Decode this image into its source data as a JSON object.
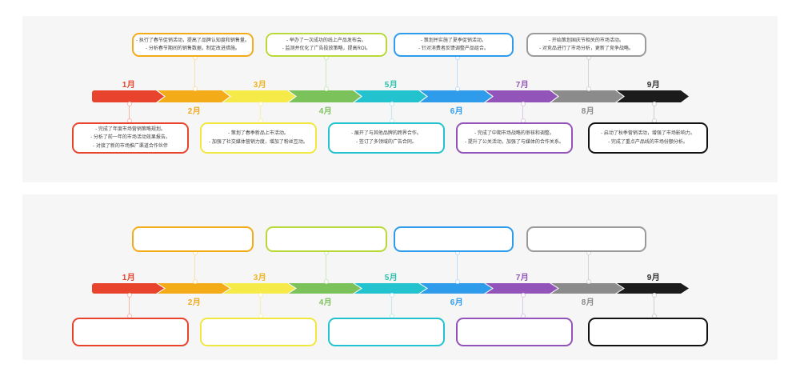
{
  "background": {
    "page": "#ffffff",
    "panel": "#f6f6f7"
  },
  "months": [
    {
      "label": "1月",
      "segment_color": "#e8432c",
      "label_color": "#e8432c",
      "label_side": "above",
      "connector_color": "#f6b7ab"
    },
    {
      "label": "2月",
      "segment_color": "#f3ab18",
      "label_color": "#f0a81c",
      "label_side": "below",
      "connector_color": "#fadfa6"
    },
    {
      "label": "3月",
      "segment_color": "#f6ea49",
      "label_color": "#eeb41f",
      "label_side": "above",
      "connector_color": "#f8efb2"
    },
    {
      "label": "4月",
      "segment_color": "#7cc25b",
      "label_color": "#7cc25b",
      "label_side": "below",
      "connector_color": "#cfe7c0"
    },
    {
      "label": "5月",
      "segment_color": "#22c3cf",
      "label_color": "#29bfab",
      "label_side": "above",
      "connector_color": "#bfeaec"
    },
    {
      "label": "6月",
      "segment_color": "#2f9ceb",
      "label_color": "#2f9ceb",
      "label_side": "below",
      "connector_color": "#c2def7"
    },
    {
      "label": "7月",
      "segment_color": "#9254b8",
      "label_color": "#9254b8",
      "label_side": "above",
      "connector_color": "#d9c8e8"
    },
    {
      "label": "8月",
      "segment_color": "#8b8b8b",
      "label_color": "#8b8b8b",
      "label_side": "below",
      "connector_color": "#d4d4d4"
    },
    {
      "label": "9月",
      "segment_color": "#1b1b1b",
      "label_color": "#2e2e2e",
      "label_side": "above",
      "connector_color": "#cfcfcf"
    }
  ],
  "callouts_top": [
    {
      "month": "2月",
      "month_index": 1,
      "border_color": "#f3ab18",
      "lines": [
        "- 执行了春节促销活动，提高了品牌认知度和销售量。",
        "- 分析春节期间的销售数据，制定改进措施。"
      ]
    },
    {
      "month": "4月",
      "month_index": 3,
      "border_color": "#b9d939",
      "lines": [
        "- 举办了一次成功的线上产品发布会。",
        "- 监测并优化了广告投放策略，提高ROI。"
      ]
    },
    {
      "month": "6月",
      "month_index": 5,
      "border_color": "#2f9ceb",
      "lines": [
        "- 策划并实施了夏季促销活动。",
        "- 针对消费者反馈调整产品组合。"
      ]
    },
    {
      "month": "8月",
      "month_index": 7,
      "border_color": "#9a9a9a",
      "lines": [
        "- 开始策划国庆节相关的市场活动。",
        "- 对竞品进行了市场分析，更新了竞争战略。"
      ]
    }
  ],
  "callouts_bottom": [
    {
      "month": "1月",
      "month_index": 0,
      "border_color": "#e8432c",
      "lines": [
        "- 完成了年度市场营销策略规划。",
        "- 分析了前一年的市场活动效果报告。",
        "- 对接了新的市场推广渠道合作伙伴"
      ]
    },
    {
      "month": "3月",
      "month_index": 2,
      "border_color": "#f2e73e",
      "lines": [
        "- 策划了春季新品上市活动。",
        "- 加强了社交媒体营销力度，增加了粉丝互动。"
      ]
    },
    {
      "month": "5月",
      "month_index": 4,
      "border_color": "#22c3cf",
      "lines": [
        "- 展开了与其他品牌的跨界合作。",
        "- 签订了多领域的广告合同。"
      ]
    },
    {
      "month": "7月",
      "month_index": 6,
      "border_color": "#9254b8",
      "lines": [
        "- 完成了中期市场战略的审核和调整。",
        "- 提升了公关活动，加强了与媒体的合作关系。"
      ]
    },
    {
      "month": "9月",
      "month_index": 8,
      "border_color": "#111111",
      "lines": [
        "- 启动了秋季营销活动，增强了市场影响力。",
        "- 完成了重点产品线的市场份额分析。"
      ]
    }
  ],
  "sections": [
    {
      "variant": "filled",
      "show_text": true
    },
    {
      "variant": "empty",
      "show_text": false
    }
  ]
}
